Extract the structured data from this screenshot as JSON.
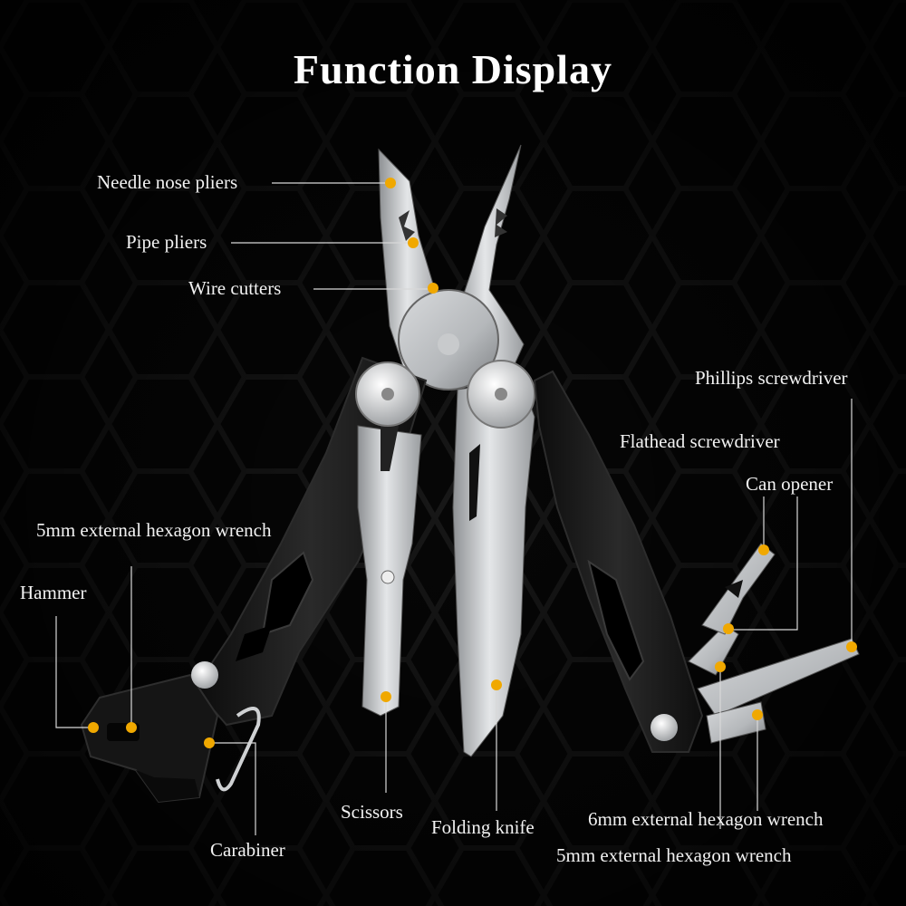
{
  "title": "Function Display",
  "accent_color": "#f0a800",
  "labels": {
    "needle_nose_pliers": "Needle nose pliers",
    "pipe_pliers": "Pipe pliers",
    "wire_cutters": "Wire cutters",
    "phillips_screwdriver": "Phillips screwdriver",
    "flathead_screwdriver": "Flathead screwdriver",
    "can_opener": "Can opener",
    "hex_wrench_5mm_left": "5mm external hexagon wrench",
    "hammer": "Hammer",
    "carabiner": "Carabiner",
    "scissors": "Scissors",
    "folding_knife": "Folding knife",
    "hex_wrench_6mm": "6mm external hexagon wrench",
    "hex_wrench_5mm_right": "5mm external hexagon wrench"
  }
}
